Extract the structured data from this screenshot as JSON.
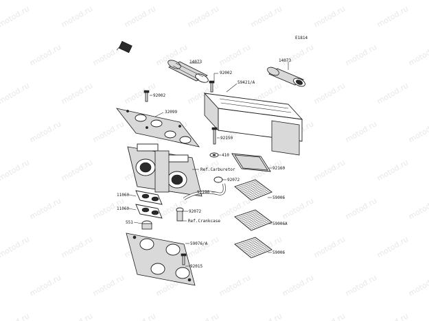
{
  "watermark": {
    "text": "motod.ru"
  },
  "diagram": {
    "code": "E1814",
    "parts": [
      "14073",
      "92002",
      "14073",
      "59421/A",
      "92002",
      "32099",
      "92150",
      "410",
      "92160",
      "92072",
      "92190",
      "11060",
      "59006",
      "11060",
      "92072",
      "551",
      "59006A",
      "59076/A",
      "59006",
      "92015"
    ],
    "references": [
      "Ref.Carburetor",
      "Ref.Crankcase"
    ]
  }
}
